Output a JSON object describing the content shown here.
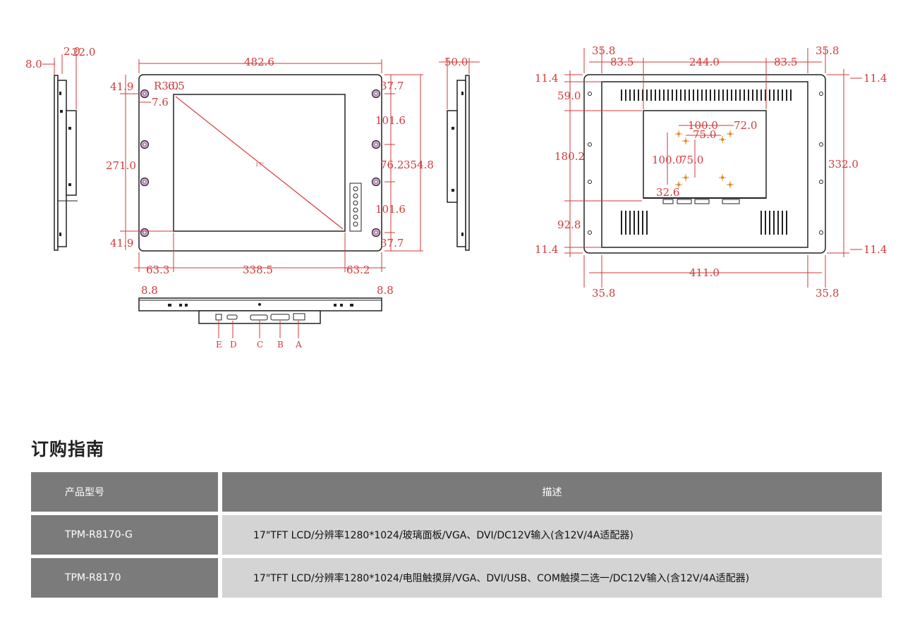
{
  "drawing": {
    "screen_label": "17\"",
    "dims": {
      "side_top_left": "8.0",
      "side_top_a": "2.0",
      "side_top_b": "22.0",
      "front_width": "482.6",
      "corner_radius": "R3.0",
      "hole": "6.5",
      "hole_offset": "7.6",
      "front_left_top": "41.9",
      "front_left_bottom": "41.9",
      "front_left_height": "271.0",
      "front_right_top": "37.7",
      "front_right_a": "101.6",
      "front_right_mid": "76.2",
      "front_right_b": "101.6",
      "front_right_bottom": "37.7",
      "front_height": "354.8",
      "front_bottom_left": "63.3",
      "front_bottom_mid": "338.5",
      "front_bottom_right": "63.2",
      "front_foot_left": "8.8",
      "front_foot_right": "8.8",
      "side_right_depth": "50.0",
      "back_top_left": "35.8",
      "back_top_a": "83.5",
      "back_top_mid": "244.0",
      "back_top_b": "83.5",
      "back_top_right": "35.8",
      "back_left_a": "11.4",
      "back_right_a": "11.4",
      "back_left_b": "59.0",
      "back_left_mid": "180.2",
      "back_left_c": "92.8",
      "back_left_d": "11.4",
      "back_right_d": "11.4",
      "back_right_height": "332.0",
      "vesa_h_100": "100.0",
      "vesa_h_72": "72.0",
      "vesa_h_75": "75.0",
      "vesa_v_100": "100.0",
      "vesa_v_75": "75.0",
      "vesa_bottom": "32.6",
      "back_bottom_width": "411.0",
      "back_bottom_left": "35.8",
      "back_bottom_right": "35.8"
    },
    "ports": [
      "E",
      "D",
      "C",
      "B",
      "A"
    ]
  },
  "section": {
    "title": "订购指南"
  },
  "table": {
    "headers": [
      "产品型号",
      "描述"
    ],
    "rows": [
      {
        "model": "TPM-R8170-G",
        "desc": "17\"TFT LCD/分辨率1280*1024/玻璃面板/VGA、DVI/DC12V输入(含12V/4A适配器)"
      },
      {
        "model": "TPM-R8170",
        "desc": "17\"TFT LCD/分辨率1280*1024/电阻触摸屏/VGA、DVI/USB、COM触摸二选一/DC12V输入(含12V/4A适配器)"
      }
    ]
  }
}
